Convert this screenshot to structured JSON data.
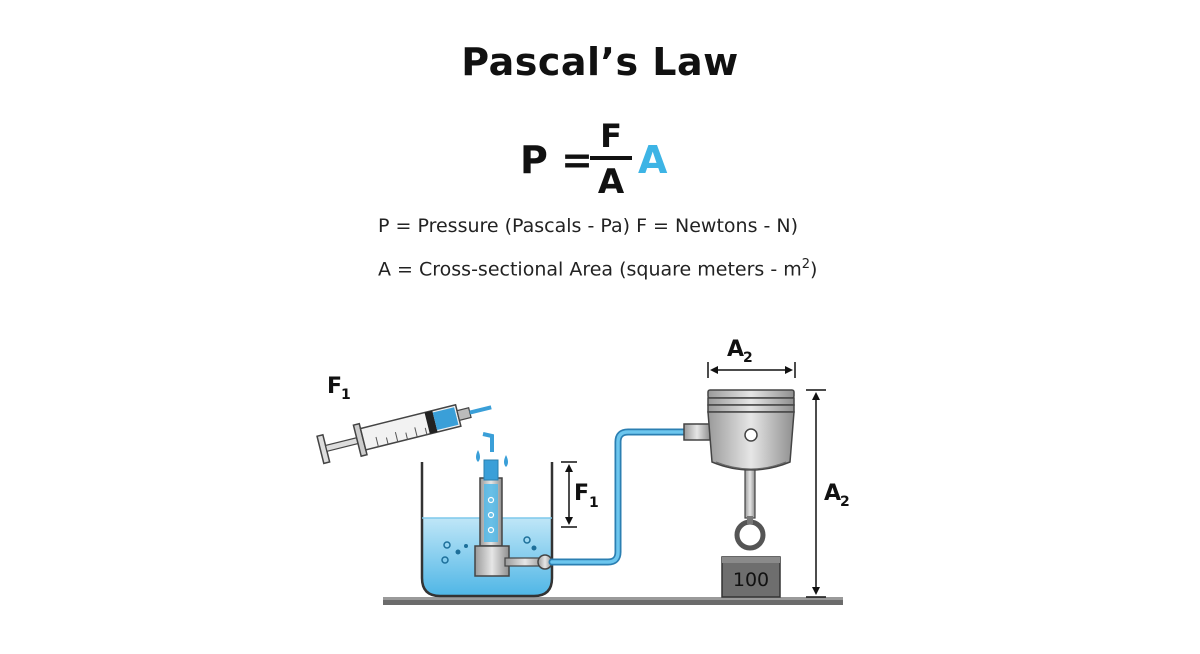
{
  "title": "Pascal’s Law",
  "formula": {
    "lhs": "P =",
    "numerator": "F",
    "denominator": "A",
    "extra": "A",
    "extra_color": "#3db4e5"
  },
  "definitions": {
    "line1": "P = Pressure (Pascals - Pa) F = Newtons - N)",
    "line2_text": "A = Cross-sectional Area (square meters - m",
    "line2_sup": "2",
    "line2_close": ")"
  },
  "diagram": {
    "syringe_label": "F",
    "syringe_label_sub": "1",
    "container_label": "F",
    "container_label_sub": "1",
    "piston_top_label": "A",
    "piston_top_label_sub": "2",
    "height_label": "A",
    "height_label_sub": "2",
    "weight_value": "100",
    "liquid_color": "#5fc3ea",
    "tube_color": "#3a9fd8"
  }
}
